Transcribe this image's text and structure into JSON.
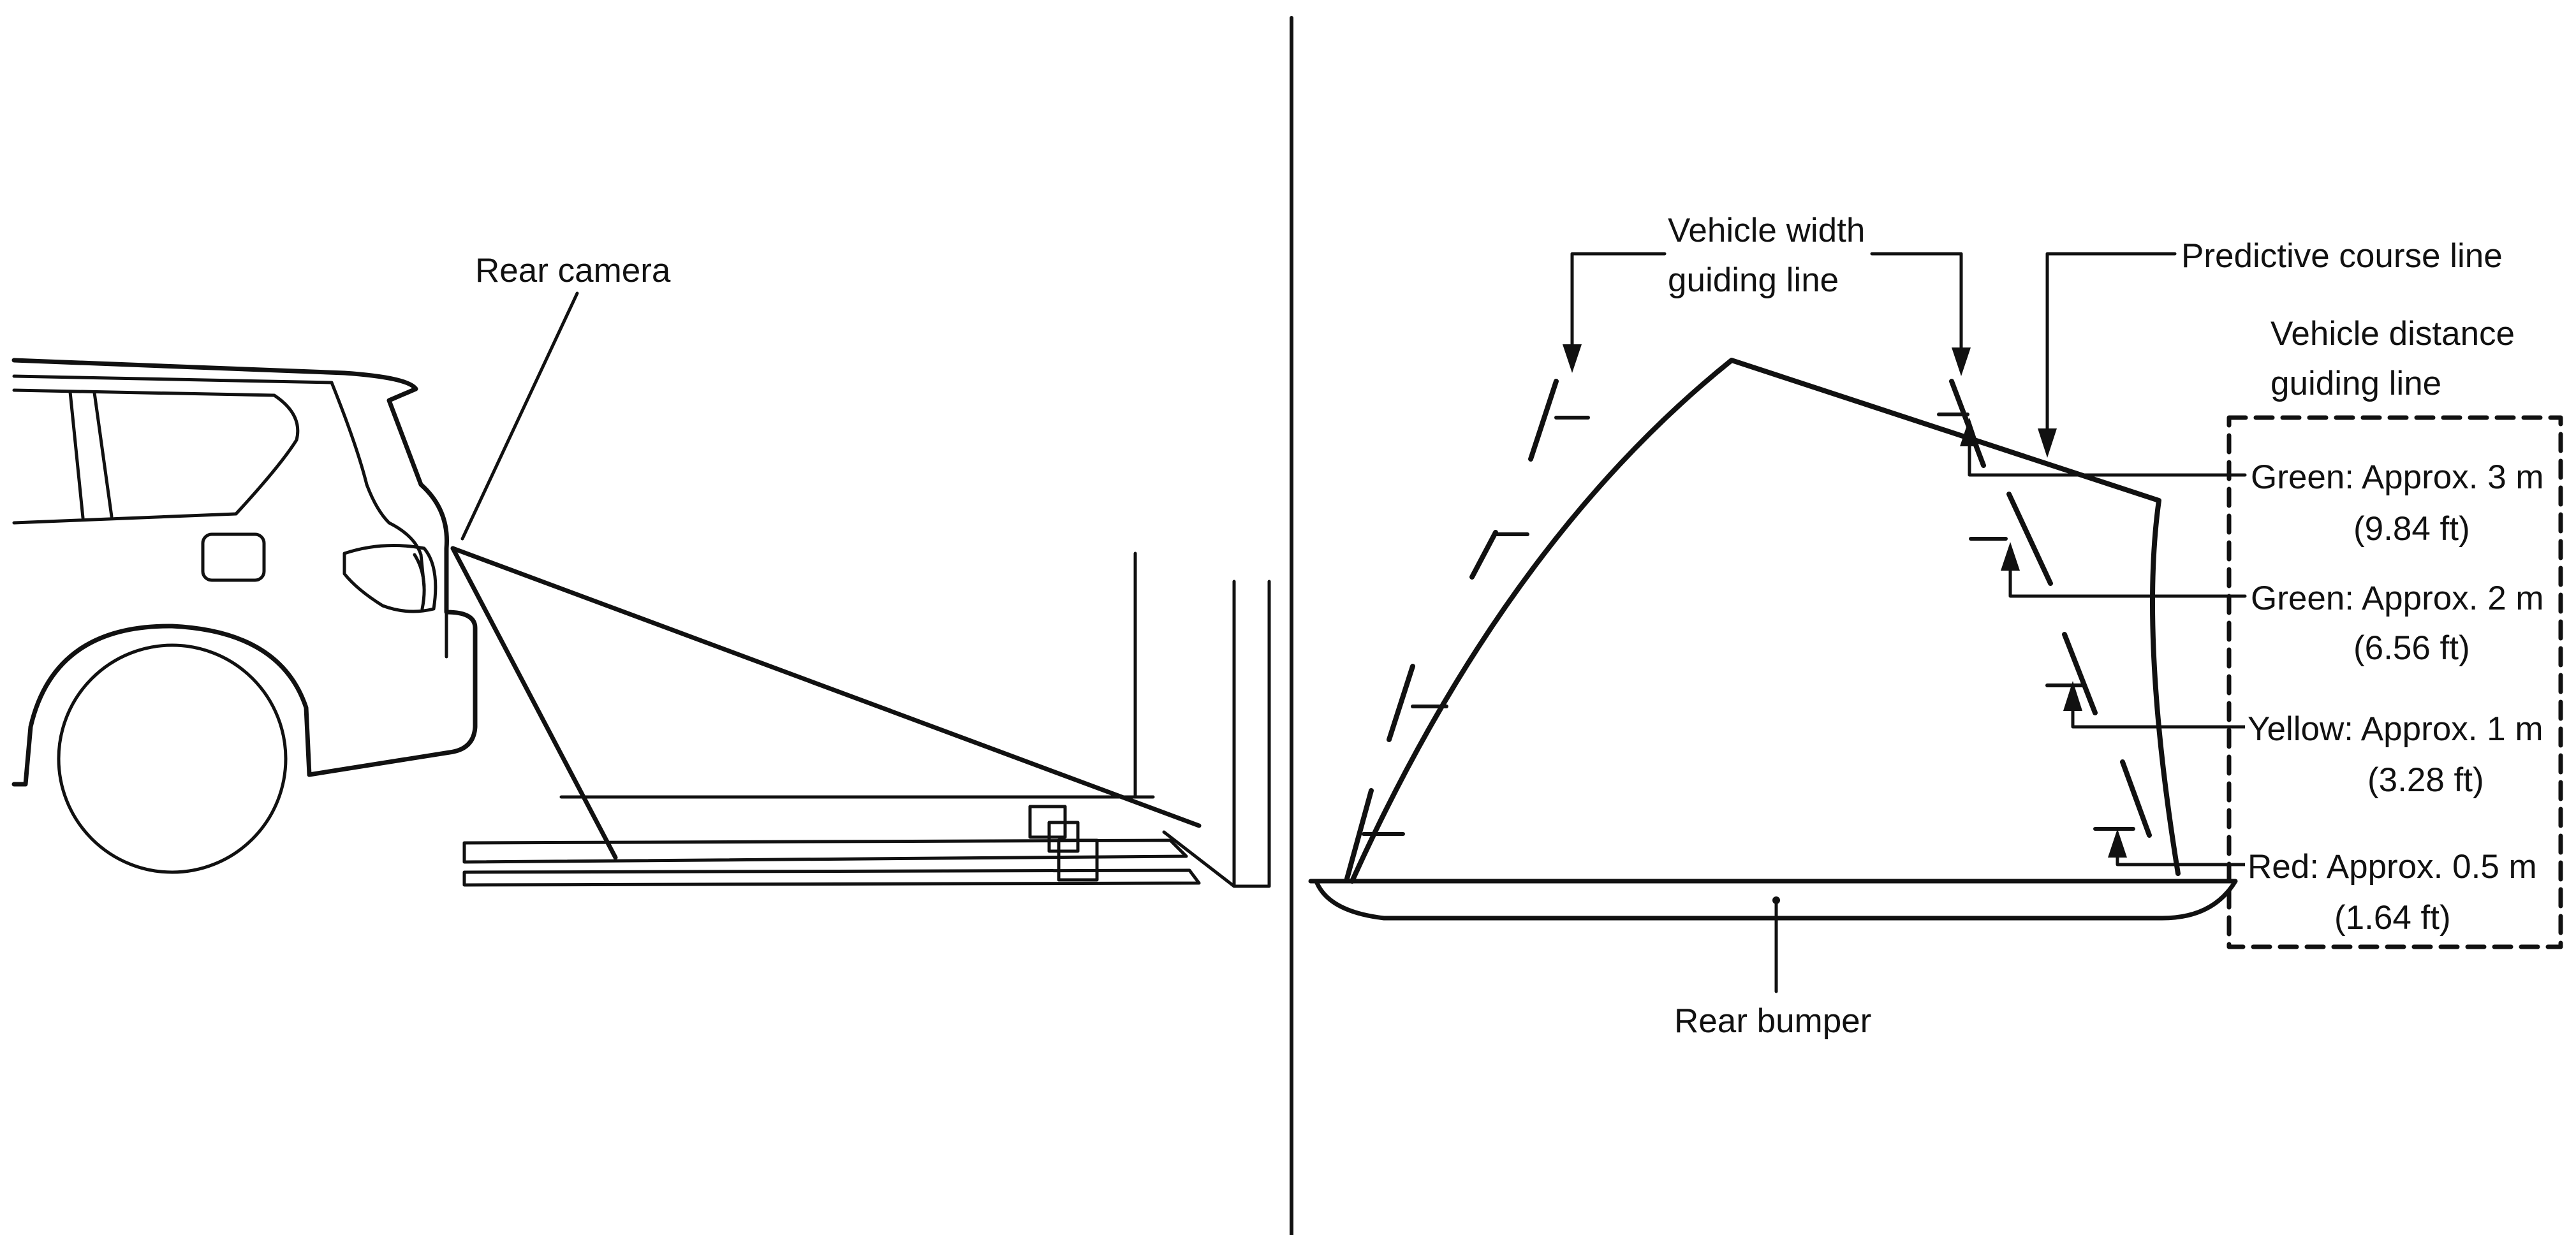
{
  "colors": {
    "ink": "#111111",
    "background": "#ffffff"
  },
  "left_view": {
    "camera_label": "Rear camera"
  },
  "right_view": {
    "vehicle_width_label_line1": "Vehicle width",
    "vehicle_width_label_line2": "guiding line",
    "predictive_course_label": "Predictive course line",
    "distance_label_line1": "Vehicle distance",
    "distance_label_line2": "guiding line",
    "markers": [
      {
        "label": "Green: Approx. 3 m",
        "sub": "(9.84 ft)"
      },
      {
        "label": "Green: Approx. 2 m",
        "sub": "(6.56 ft)"
      },
      {
        "label": "Yellow: Approx. 1 m",
        "sub": "(3.28 ft)"
      },
      {
        "label": "Red: Approx. 0.5 m",
        "sub": "(1.64 ft)"
      }
    ],
    "bumper_label": "Rear bumper"
  }
}
